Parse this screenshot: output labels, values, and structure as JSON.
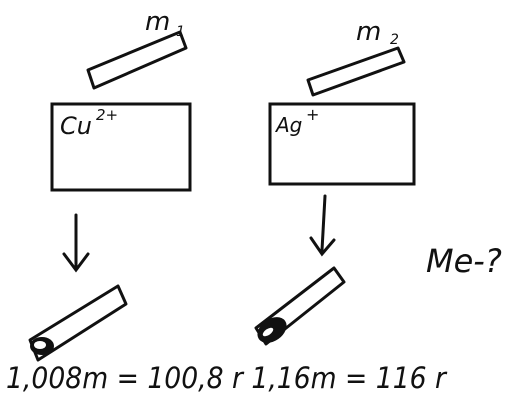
{
  "labels": {
    "m1": "m",
    "m1_sub": "1",
    "m2": "m",
    "m2_sub": "2",
    "cu_ion": "Cu",
    "cu_charge": "2+",
    "ag_ion": "Ag",
    "ag_charge": "+",
    "question": "Me-?",
    "equation": "1,008m = 100,8 r   1,16m = 116 r"
  },
  "colors": {
    "ink": "#111111",
    "background": "#ffffff"
  }
}
